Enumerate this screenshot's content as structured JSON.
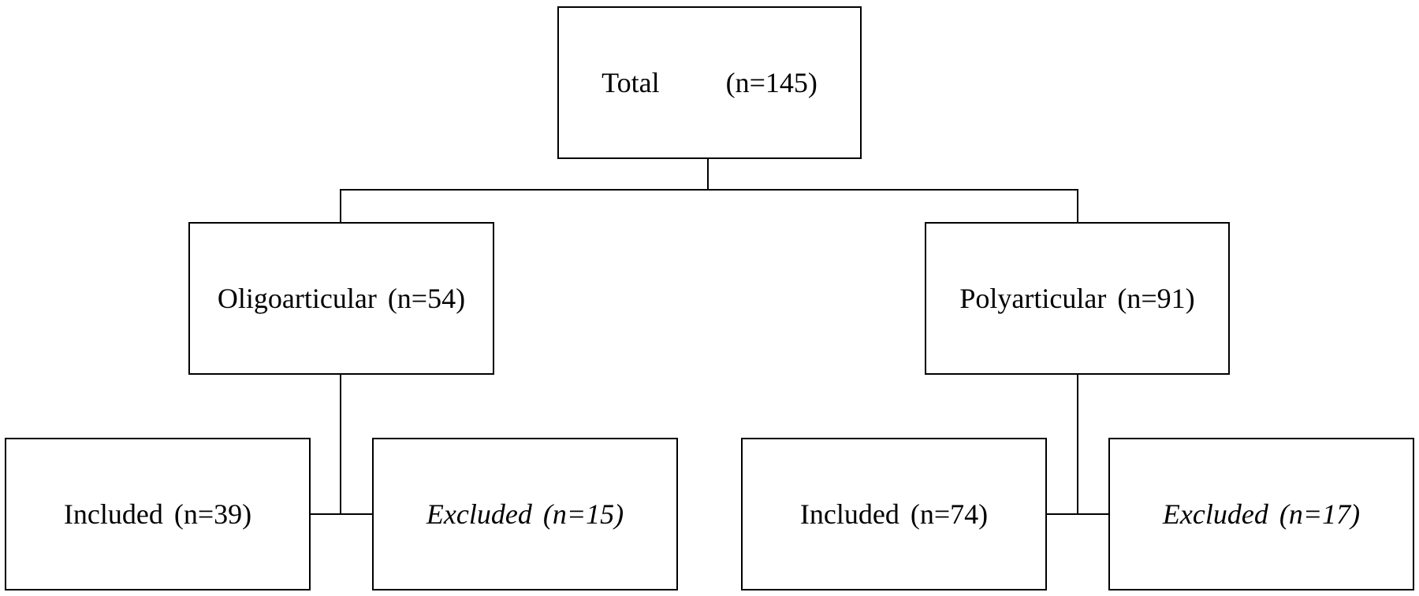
{
  "flowchart": {
    "total": {
      "label": "Total",
      "count": "(n=145)"
    },
    "oligoarticular": {
      "label": "Oligoarticular",
      "count": "(n=54)"
    },
    "polyarticular": {
      "label": "Polyarticular",
      "count": "(n=91)"
    },
    "oligo_included": {
      "label": "Included",
      "count": "(n=39)"
    },
    "oligo_excluded": {
      "label": "Excluded",
      "count": "(n=15)"
    },
    "poly_included": {
      "label": "Included",
      "count": "(n=74)"
    },
    "poly_excluded": {
      "label": "Excluded",
      "count": "(n=17)"
    }
  },
  "colors": {
    "line": "#000000",
    "background": "#ffffff"
  }
}
